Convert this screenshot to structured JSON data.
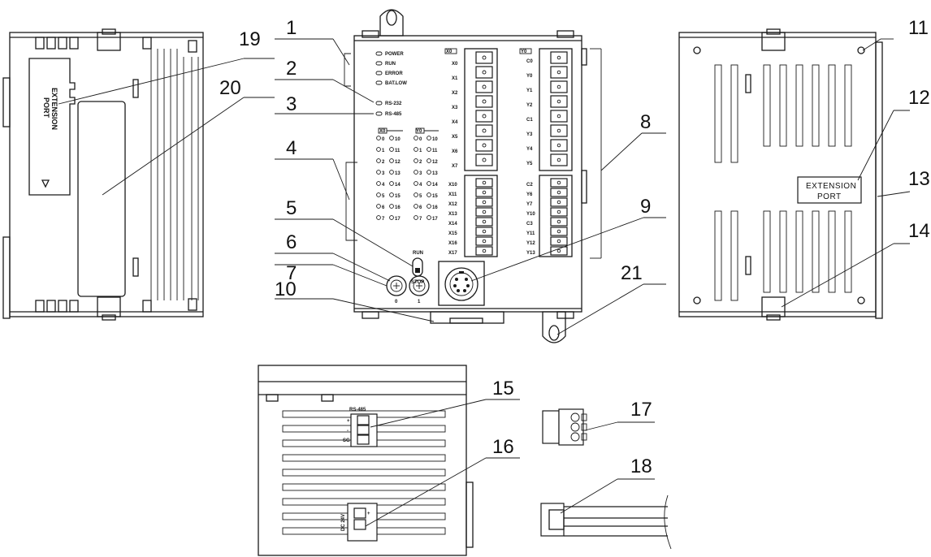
{
  "callouts": [
    "1",
    "2",
    "3",
    "4",
    "5",
    "6",
    "7",
    "8",
    "9",
    "10",
    "11",
    "12",
    "13",
    "14",
    "15",
    "16",
    "17",
    "18",
    "19",
    "20",
    "21"
  ],
  "leds_status": [
    "POWER",
    "RUN",
    "ERROR",
    "BAT.LOW"
  ],
  "leds_comm": [
    "RS-232",
    "RS-485"
  ],
  "group_x": "X0",
  "group_y": "Y0",
  "x_inputs_top": [
    "X0",
    "X1",
    "X2",
    "X3",
    "X4",
    "X5",
    "X6",
    "X7"
  ],
  "x_inputs_bot": [
    "X10",
    "X11",
    "X12",
    "X13",
    "X14",
    "X15",
    "X16",
    "X17"
  ],
  "y_outputs": [
    "C0",
    "Y0",
    "Y1",
    "Y2",
    "C1",
    "Y3",
    "Y4",
    "Y5",
    "C2",
    "Y6",
    "Y7",
    "Y10",
    "C3",
    "Y11",
    "Y12",
    "Y13"
  ],
  "io_led_left": [
    "0",
    "1",
    "2",
    "3",
    "4",
    "5",
    "6",
    "7"
  ],
  "io_led_right": [
    "10",
    "11",
    "12",
    "13",
    "14",
    "15",
    "16",
    "17"
  ],
  "switch_run": "RUN",
  "switch_stop": "STOP",
  "vr_labels": [
    "0",
    "1"
  ],
  "extension_port": [
    "EXTENSION",
    "PORT"
  ],
  "rs485_label": "RS-485",
  "rs485_pins": [
    "+",
    "-",
    "SG"
  ],
  "power_label": "DC 24V",
  "power_pins": [
    "+",
    "-"
  ]
}
